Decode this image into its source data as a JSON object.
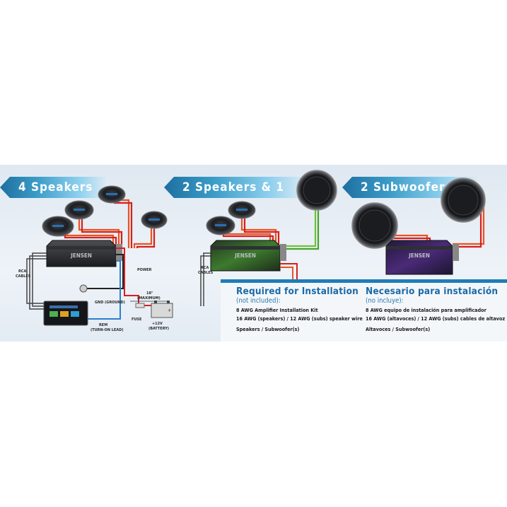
{
  "banners": {
    "four_speakers": "4 Speakers",
    "two_speakers_one_sub": "2 Speakers & 1 Sub",
    "two_subwoofers": "2 Subwoofers"
  },
  "amp_brand": "JENSEN",
  "labels": {
    "rca_cables_1": "RCA",
    "rca_cables_2": "CABLES",
    "power": "POWER",
    "gnd": "GND (GROUND)",
    "rem_1": "REM",
    "rem_2": "(TURN-ON LEAD)",
    "fuse": "FUSE",
    "max_1": "18\"",
    "max_2": "(MAXIMUM)",
    "battery_1": "+12V",
    "battery_2": "(BATTERY)"
  },
  "install_en": {
    "heading": "Required for Installation",
    "subheading": "(not included):",
    "items": [
      "8 AWG Amplifier Installation Kit",
      "16 AWG (speakers) / 12 AWG (subs) speaker wire",
      "Speakers / Subwoofer(s)"
    ]
  },
  "install_es": {
    "heading": "Necesario para instalación",
    "subheading": "(no incluye):",
    "items": [
      "8 AWG equipo de instalación para amplificador",
      "16 AWG (altavoces) / 12 AWG (subs) cables de altavoz",
      "Altavoces / Subwoofer(s)"
    ]
  },
  "colors": {
    "accent": "#1f7db7",
    "wire_orange": "#e8541e",
    "wire_red": "#d91e1e",
    "wire_green": "#6cc23a",
    "amp_glow_green": "#3d7a2e",
    "amp_glow_purple": "#4a2a78"
  }
}
